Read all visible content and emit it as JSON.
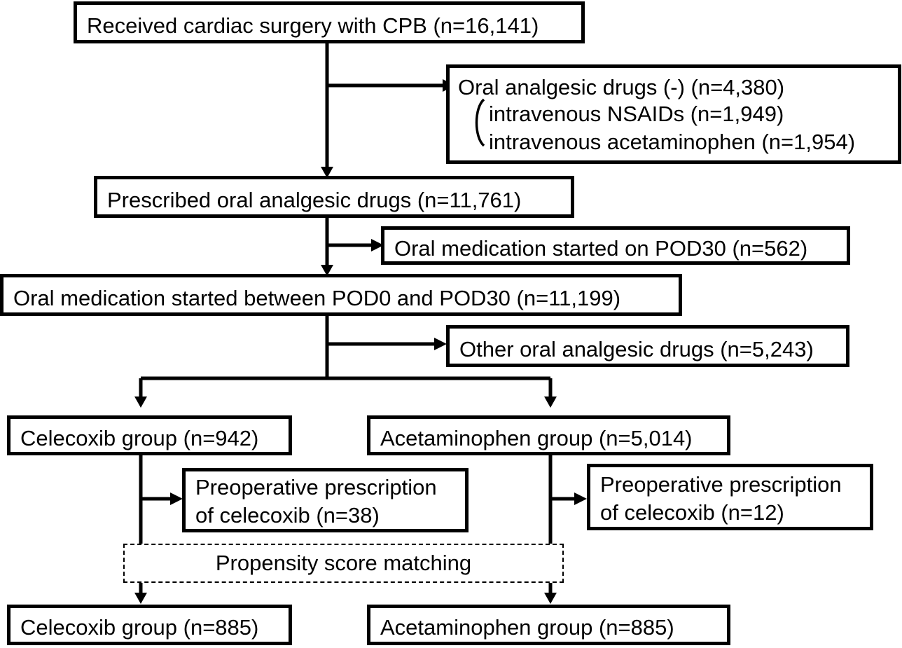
{
  "boxes": {
    "cpb": "Received cardiac surgery with CPB (n=16,141)",
    "oral_none": {
      "title": "Oral analgesic drugs (-) (n=4,380)",
      "sub1": "intravenous NSAIDs (n=1,949)",
      "sub2": "intravenous acetaminophen (n=1,954)"
    },
    "prescribed": "Prescribed oral analgesic drugs (n=11,761)",
    "pod30": "Oral medication started on POD30 (n=562)",
    "pod0_30": "Oral medication started between POD0 and POD30 (n=11,199)",
    "other": "Other oral analgesic drugs (n=5,243)",
    "celecoxib": "Celecoxib group (n=942)",
    "acetaminophen": "Acetaminophen group (n=5,014)",
    "preop_left": {
      "line1": "Preoperative prescription",
      "line2": "of celecoxib (n=38)"
    },
    "preop_right": {
      "line1": "Preoperative prescription",
      "line2": "of celecoxib (n=12)"
    },
    "psm": "Propensity score matching",
    "celecoxib_matched": "Celecoxib group (n=885)",
    "acetaminophen_matched": "Acetaminophen group (n=885)"
  }
}
